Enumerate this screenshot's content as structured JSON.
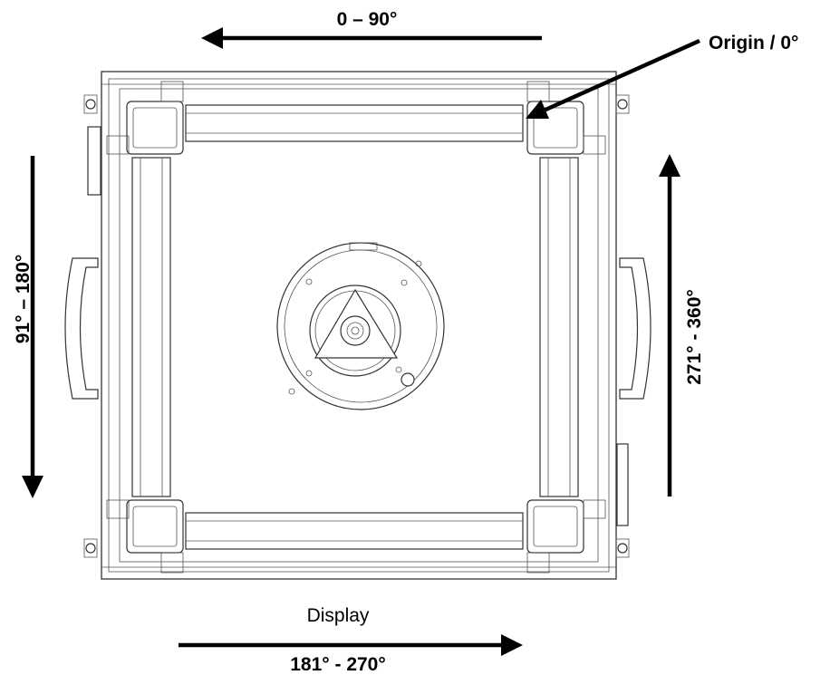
{
  "labels": {
    "top_range": "0 – 90°",
    "origin": "Origin / 0°",
    "left_range": "91° – 180°",
    "right_range": "271° - 360°",
    "bottom_caption": "Display",
    "bottom_range": "181° - 270°"
  },
  "icons": {
    "top_arrow": "arrow-left-icon",
    "origin_arrow": "arrow-down-left-icon",
    "left_arrow": "arrow-down-icon",
    "right_arrow": "arrow-up-icon",
    "bottom_arrow": "arrow-right-icon"
  },
  "colors": {
    "ink": "#000000",
    "drawing": "#333333",
    "background": "#ffffff"
  }
}
